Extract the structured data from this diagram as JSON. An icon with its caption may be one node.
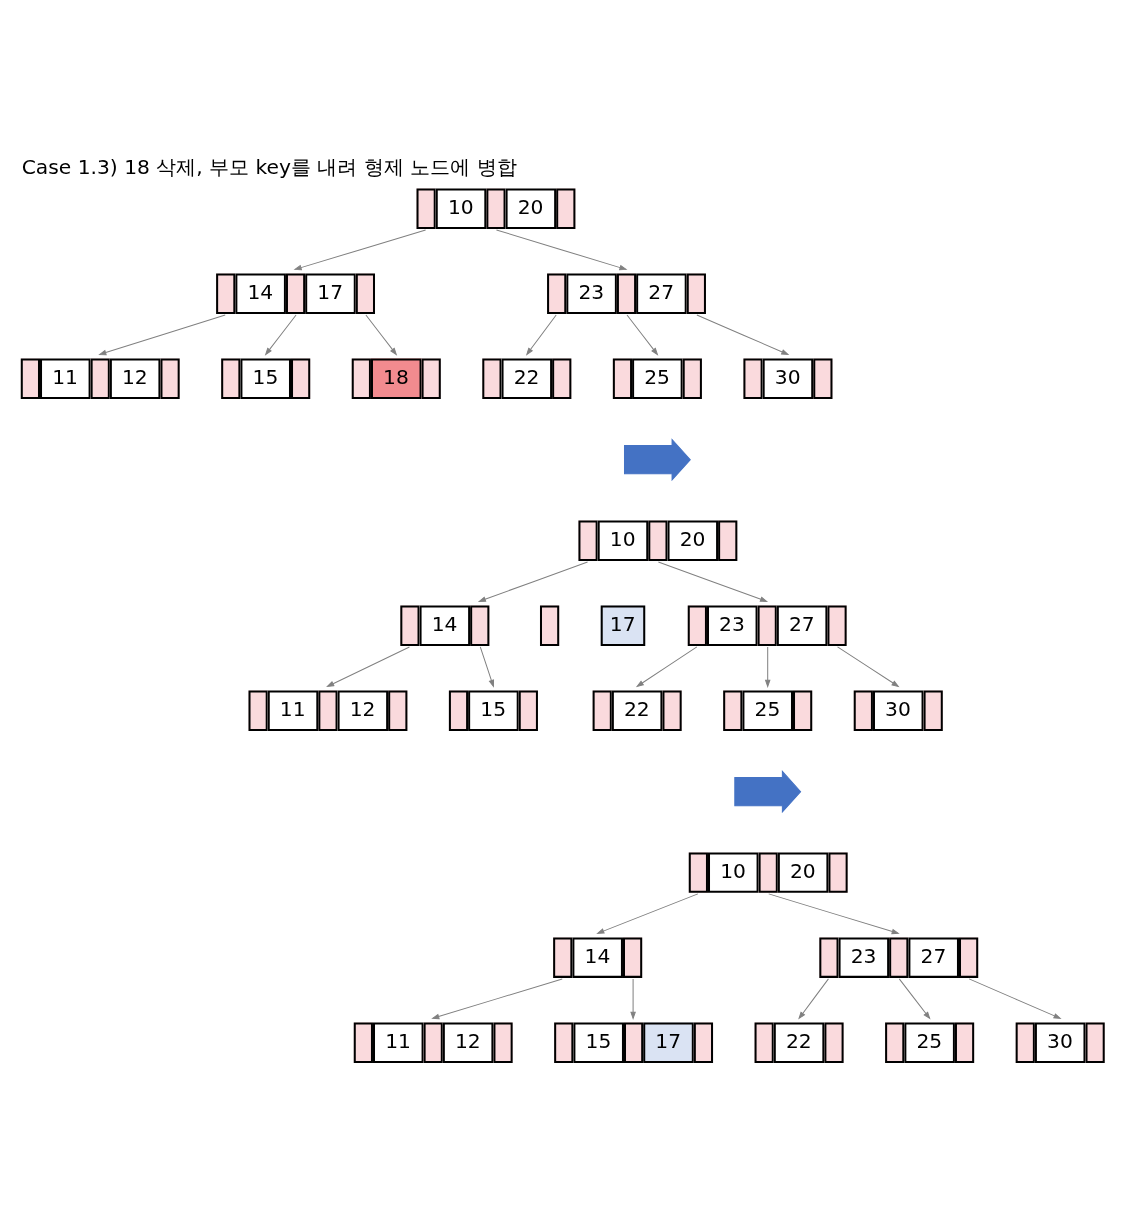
{
  "diagram": {
    "title": "Case 1.3) 18 삭제, 부모 key를 내려 형제 노드에 병합",
    "nodes": [
      {
        "text": [
          "10",
          "20"
        ]
      },
      {
        "text": [
          "14",
          "17"
        ]
      },
      {
        "text": [
          "23",
          "27"
        ]
      },
      {
        "text": [
          "11",
          "12"
        ]
      },
      {
        "text": [
          "15"
        ]
      },
      {
        "text": [
          "18"
        ]
      },
      {
        "text": [
          "22"
        ]
      },
      {
        "text": [
          "25"
        ]
      },
      {
        "text": [
          "30"
        ]
      },
      {
        "text": [],
        "shape": "arrow"
      },
      {
        "text": [
          "10",
          "20"
        ]
      },
      {
        "text": [
          "14"
        ]
      },
      {
        "text": [
          "17"
        ]
      },
      {
        "text": [
          "23",
          "27"
        ]
      },
      {
        "text": [
          "11",
          "12"
        ]
      },
      {
        "text": [
          "15"
        ]
      },
      {
        "text": [
          "22"
        ]
      },
      {
        "text": [
          "25"
        ]
      },
      {
        "text": [
          "30"
        ]
      },
      {
        "text": [],
        "shape": "arrow"
      },
      {
        "text": [
          "10",
          "20"
        ]
      },
      {
        "text": [
          "14"
        ]
      },
      {
        "text": [
          "23",
          "27"
        ]
      },
      {
        "text": [
          "11",
          "12"
        ]
      },
      {
        "text": [
          "15",
          "17"
        ]
      },
      {
        "text": [
          "22"
        ]
      },
      {
        "text": [
          "25"
        ]
      },
      {
        "text": [
          "30"
        ]
      }
    ],
    "edges": [
      {
        "from": 0,
        "to": 1,
        "arrow": "to"
      },
      {
        "from": 0,
        "to": 2,
        "arrow": "to"
      },
      {
        "from": 1,
        "to": 3,
        "arrow": "to"
      },
      {
        "from": 1,
        "to": 4,
        "arrow": "to"
      },
      {
        "from": 1,
        "to": 5,
        "arrow": "to"
      },
      {
        "from": 2,
        "to": 6,
        "arrow": "to"
      },
      {
        "from": 2,
        "to": 7,
        "arrow": "to"
      },
      {
        "from": 2,
        "to": 8,
        "arrow": "to"
      },
      {
        "from": 10,
        "to": 11,
        "arrow": "to"
      },
      {
        "from": 10,
        "to": 13,
        "arrow": "to"
      },
      {
        "from": 11,
        "to": 14,
        "arrow": "to"
      },
      {
        "from": 11,
        "to": 15,
        "arrow": "to"
      },
      {
        "from": 13,
        "to": 16,
        "arrow": "to"
      },
      {
        "from": 13,
        "to": 17,
        "arrow": "to"
      },
      {
        "from": 13,
        "to": 18,
        "arrow": "to"
      },
      {
        "from": 20,
        "to": 21,
        "arrow": "to"
      },
      {
        "from": 20,
        "to": 22,
        "arrow": "to"
      },
      {
        "from": 21,
        "to": 23,
        "arrow": "to"
      },
      {
        "from": 21,
        "to": 24,
        "arrow": "to"
      },
      {
        "from": 22,
        "to": 25,
        "arrow": "to"
      },
      {
        "from": 22,
        "to": 26,
        "arrow": "to"
      },
      {
        "from": 22,
        "to": 27,
        "arrow": "to"
      }
    ]
  }
}
